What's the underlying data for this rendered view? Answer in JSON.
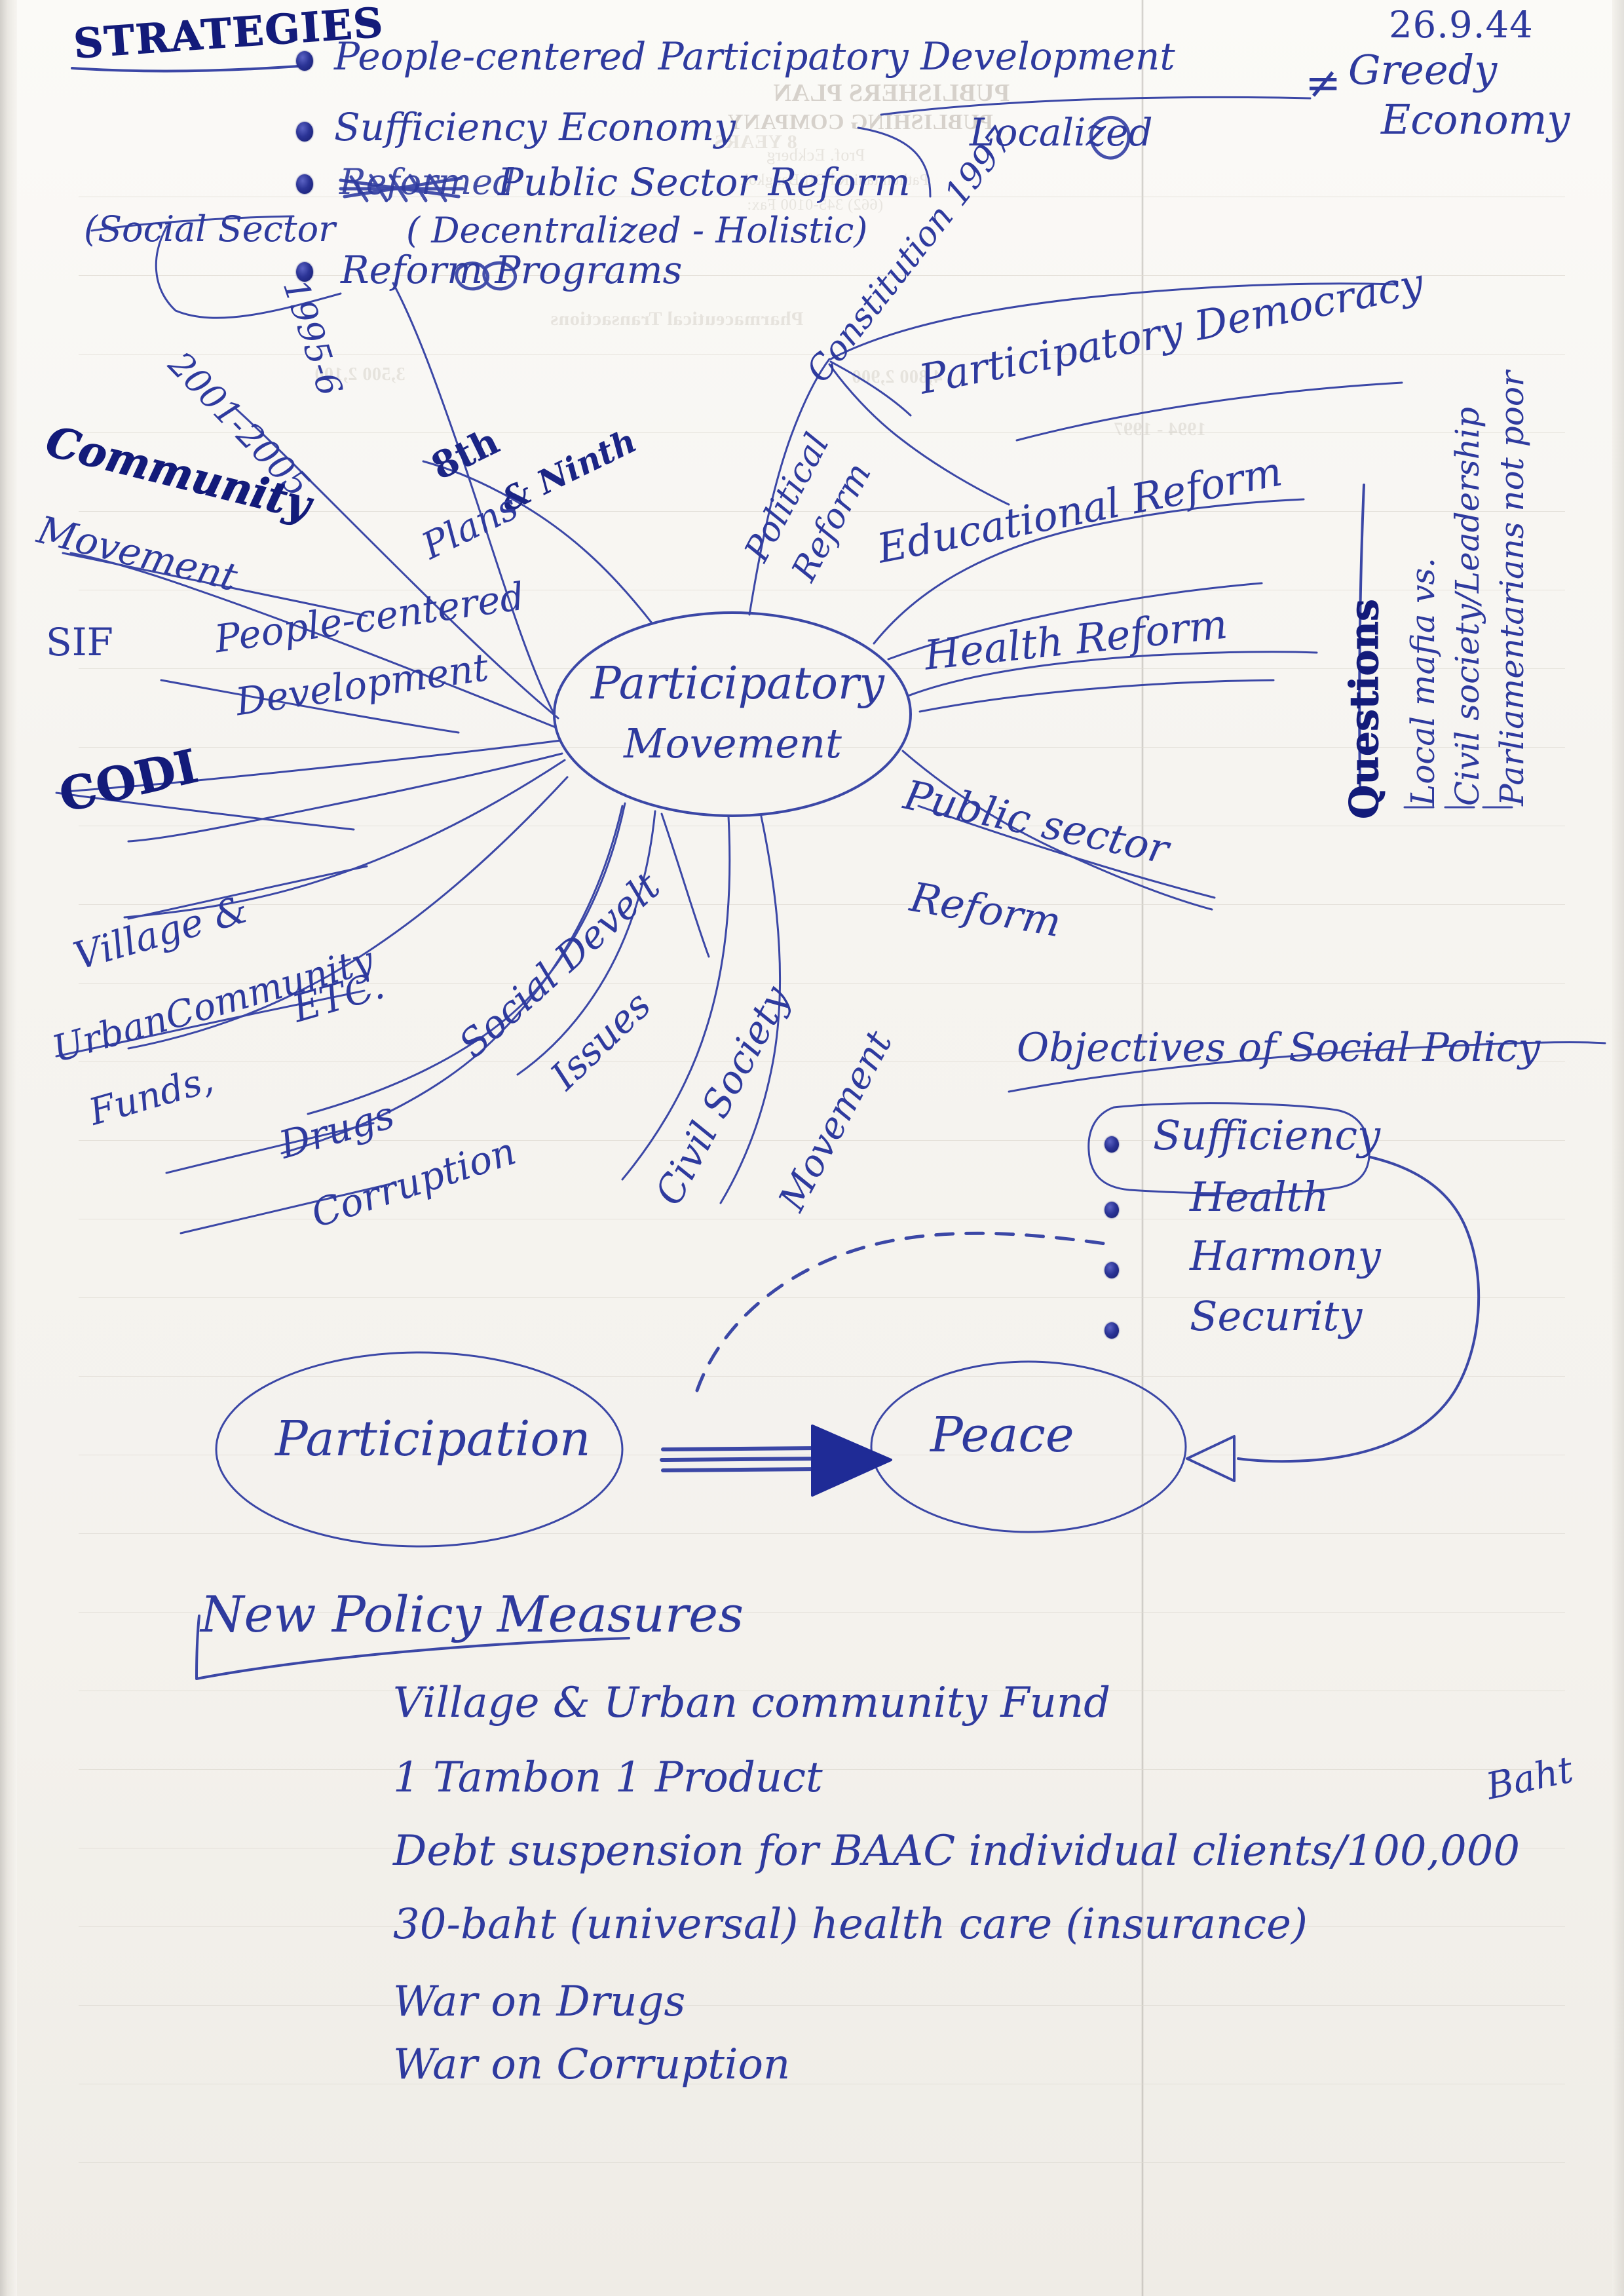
{
  "meta": {
    "date": "26.9.44",
    "ink_color": "#2e3a9e",
    "paper_color": "#f6f4f0"
  },
  "header": {
    "title": "STRATEGIES",
    "bullets": [
      "People-centered Participatory Development",
      "Sufficiency Economy",
      "Public Sector Reform",
      "Reform Programs"
    ],
    "struck_word": "Reformed",
    "side_notes": {
      "social_sector": "(Social Sector",
      "decentralized": "( Decentralized - Holistic)",
      "localized": "Localized",
      "not_equal": "≠",
      "greedy_economy_line1": "Greedy",
      "greedy_economy_line2": "Economy"
    }
  },
  "mindmap": {
    "center": {
      "line1": "Participatory",
      "line2": "Movement"
    },
    "branches": [
      {
        "id": "community-movement",
        "label": "Community",
        "sublabel": "Movement"
      },
      {
        "id": "sif",
        "label": "SIF"
      },
      {
        "id": "codi",
        "label": "CODI"
      },
      {
        "id": "village-urban-funds",
        "line1": "Village &",
        "line2": "UrbanCommunity",
        "line3": "Funds,",
        "line4": "ETC."
      },
      {
        "id": "people-centered-development",
        "line1": "People-centered",
        "line2": "Development"
      },
      {
        "id": "plans",
        "label": "8th",
        "label2": "& Ninth",
        "label3": "Plans"
      },
      {
        "id": "plan-period-1",
        "label": "1995-6"
      },
      {
        "id": "plan-period-2",
        "label": "2001-2005"
      },
      {
        "id": "political-reform",
        "line1": "Political",
        "line2": "Reform"
      },
      {
        "id": "constitution",
        "label": "Constitution 1997"
      },
      {
        "id": "participatory-democracy",
        "label": "Participatory Democracy"
      },
      {
        "id": "educational-reform",
        "label": "Educational Reform"
      },
      {
        "id": "health-reform",
        "label": "Health Reform"
      },
      {
        "id": "public-sector-reform",
        "line1": "Public sector",
        "line2": "Reform"
      },
      {
        "id": "civil-society-movement",
        "line1": "Civil Society",
        "line2": "Movement"
      },
      {
        "id": "social-develt-issues",
        "line1": "Social Develt",
        "line2": "Issues"
      },
      {
        "id": "drugs",
        "label": "Drugs"
      },
      {
        "id": "corruption",
        "label": "Corruption"
      }
    ]
  },
  "questions": {
    "title": "Questions",
    "items": [
      "Local mafia   vs.",
      "Civil society/Leadership",
      "Parliamentarians not poor"
    ]
  },
  "objectives": {
    "title": "Objectives of Social Policy",
    "items": [
      {
        "label": "Sufficiency",
        "highlighted": true
      },
      {
        "label": "Health",
        "highlighted": false
      },
      {
        "label": "Harmony",
        "highlighted": false
      },
      {
        "label": "Security",
        "highlighted": false
      }
    ]
  },
  "flow": {
    "from": "Participation",
    "to": "Peace"
  },
  "policy": {
    "title": "New Policy Measures",
    "items": [
      "Village & Urban community Fund",
      "1 Tambon 1 Product",
      "Debt suspension for BAAC individual clients/100,000",
      "30-baht (universal) health care (insurance)",
      "War on Drugs",
      "War on Corruption"
    ],
    "baht_note": "Baht"
  },
  "bleed_through": [
    "PUBLISHERS PLAN",
    "PUBLISHING COMPANY",
    "8 YEARS",
    "Prof. Eckberg",
    "Pathumtani Rd Off Bangkok",
    "(662) 345-0100  Fax:",
    "Pharmaceutical Transactions",
    "1994 - 1997",
    "3,500  2,100",
    "4,800  2,900"
  ]
}
